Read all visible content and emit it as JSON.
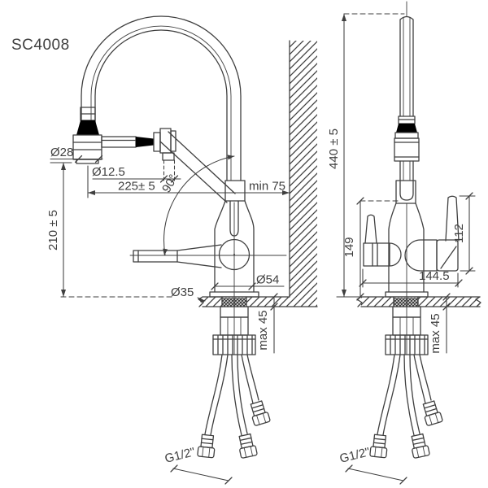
{
  "colors": {
    "ink": "#3f3f3f",
    "background": "#ffffff"
  },
  "model_label": "SC4008",
  "front_view": {
    "spray_head_diameter": "Ø28",
    "outlet_diameter": "Ø12.5",
    "spout_reach": "225± 5",
    "swivel_angle": "90°",
    "wall_clearance": "min 75",
    "spout_height": "210 ± 5",
    "body_diameter": "Ø54",
    "hole_diameter": "Ø35",
    "deck_thickness": "max 45",
    "thread": "G1/2\""
  },
  "side_view": {
    "total_height": "440 ± 5",
    "left_handle_height": "149",
    "right_handle_height": "112",
    "handle_span": "144.5",
    "deck_thickness": "max 45",
    "thread": "G1/2\""
  }
}
